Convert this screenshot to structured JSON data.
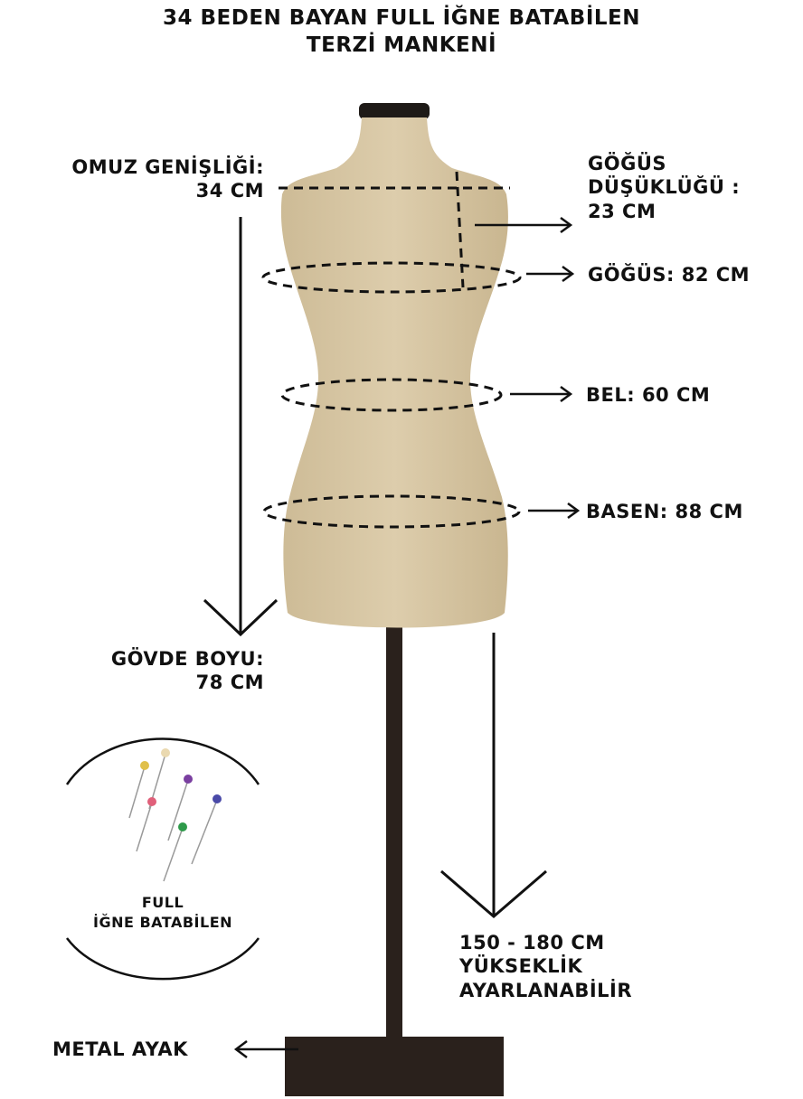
{
  "title": {
    "line1": "34 BEDEN BAYAN FULL İĞNE BATABİLEN",
    "line2": "TERZİ MANKENİ"
  },
  "labels": {
    "shoulder_line1": "OMUZ GENİŞLİĞİ:",
    "shoulder_line2": "34 CM",
    "bust_drop_line1": "GÖĞÜS",
    "bust_drop_line2": "DÜŞÜKLÜĞÜ :",
    "bust_drop_line3": "23 CM",
    "bust": "GÖĞÜS: 82 CM",
    "waist": "BEL: 60 CM",
    "hip": "BASEN: 88 CM",
    "torso_line1": "GÖVDE BOYU:",
    "torso_line2": "78 CM",
    "height_line1": "150 - 180 CM",
    "height_line2": "YÜKSEKLİK",
    "height_line3": "AYARLANABİLİR",
    "base": "METAL AYAK",
    "pins_line1": "FULL",
    "pins_line2": "İĞNE BATABİLEN"
  },
  "colors": {
    "fabric": "#d9c9a8",
    "fabric_shade": "#c9b793",
    "stand": "#2a211c",
    "ink": "#111111"
  },
  "pins": [
    "#e0c04a",
    "#ead9b0",
    "#7a3fa0",
    "#e0607a",
    "#4a4aa8",
    "#2e9a4a"
  ]
}
